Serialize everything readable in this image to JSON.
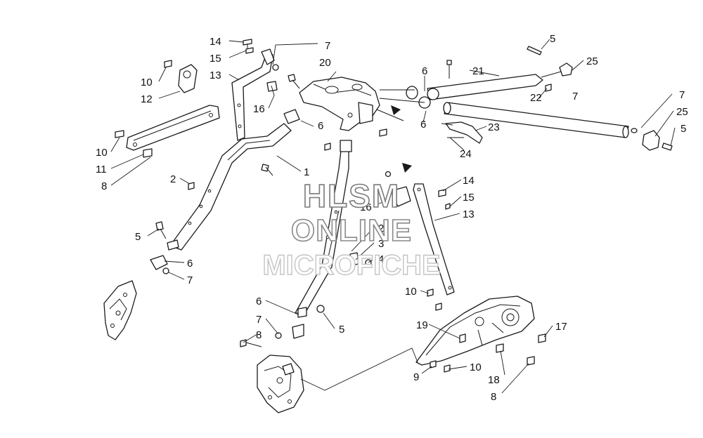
{
  "watermark": {
    "line1": "HLSM",
    "line2": "ONLINE",
    "line3": "MICROFICHE"
  },
  "callouts": [
    {
      "id": "c14a",
      "text": "14"
    },
    {
      "id": "c15a",
      "text": "15"
    },
    {
      "id": "c13a",
      "text": "13"
    },
    {
      "id": "c7a",
      "text": "7"
    },
    {
      "id": "c20",
      "text": "20"
    },
    {
      "id": "c10a",
      "text": "10"
    },
    {
      "id": "c12",
      "text": "12"
    },
    {
      "id": "c16a",
      "text": "16"
    },
    {
      "id": "c6a",
      "text": "6"
    },
    {
      "id": "c21",
      "text": "21"
    },
    {
      "id": "c5a",
      "text": "5"
    },
    {
      "id": "c25a",
      "text": "25"
    },
    {
      "id": "c22",
      "text": "22"
    },
    {
      "id": "c7b",
      "text": "7"
    },
    {
      "id": "c7c",
      "text": "7"
    },
    {
      "id": "c25b",
      "text": "25"
    },
    {
      "id": "c5b",
      "text": "5"
    },
    {
      "id": "c6b",
      "text": "6"
    },
    {
      "id": "c23",
      "text": "23"
    },
    {
      "id": "c24",
      "text": "24"
    },
    {
      "id": "c6c",
      "text": "6"
    },
    {
      "id": "c10b",
      "text": "10"
    },
    {
      "id": "c11",
      "text": "11"
    },
    {
      "id": "c8a",
      "text": "8"
    },
    {
      "id": "c1",
      "text": "1"
    },
    {
      "id": "c2a",
      "text": "2"
    },
    {
      "id": "c14b",
      "text": "14"
    },
    {
      "id": "c15b",
      "text": "15"
    },
    {
      "id": "c16b",
      "text": "16"
    },
    {
      "id": "c13b",
      "text": "13"
    },
    {
      "id": "c2b",
      "text": "2"
    },
    {
      "id": "c3",
      "text": "3"
    },
    {
      "id": "c4",
      "text": "4"
    },
    {
      "id": "c5c",
      "text": "5"
    },
    {
      "id": "c6d",
      "text": "6"
    },
    {
      "id": "c7d",
      "text": "7"
    },
    {
      "id": "c10c",
      "text": "10"
    },
    {
      "id": "c6e",
      "text": "6"
    },
    {
      "id": "c7e",
      "text": "7"
    },
    {
      "id": "c5d",
      "text": "5"
    },
    {
      "id": "c8b",
      "text": "8"
    },
    {
      "id": "c19",
      "text": "19"
    },
    {
      "id": "c17",
      "text": "17"
    },
    {
      "id": "c10d",
      "text": "10"
    },
    {
      "id": "c9",
      "text": "9"
    },
    {
      "id": "c18",
      "text": "18"
    },
    {
      "id": "c8c",
      "text": "8"
    }
  ]
}
